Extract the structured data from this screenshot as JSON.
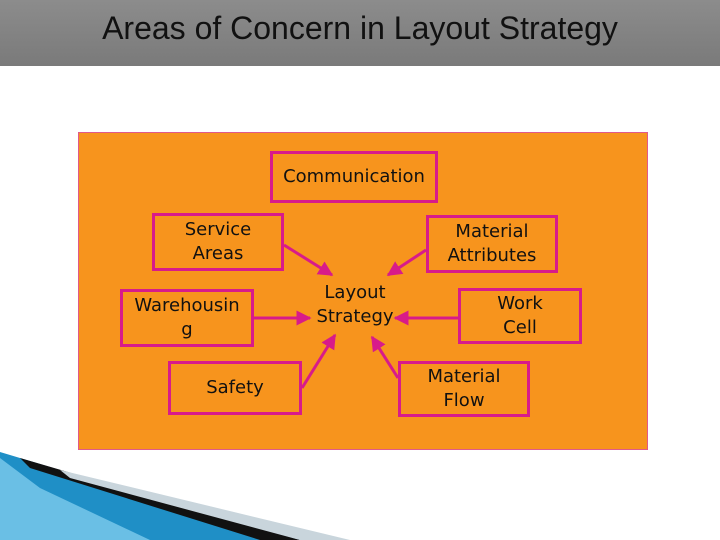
{
  "slide": {
    "title": "Areas of Concern in Layout Strategy"
  },
  "diagram": {
    "center": "Layout\nStrategy",
    "nodes": {
      "communication": "Communication",
      "service_areas": "Service\nAreas",
      "material_attributes": "Material\nAttributes",
      "warehousing": "Warehousin\ng",
      "work_cell": "Work\nCell",
      "safety": "Safety",
      "material_flow": "Material\nFlow"
    },
    "colors": {
      "background": "#f7941d",
      "border": "#d81b8a",
      "title_bar": "#808080",
      "decor_blue": "#1f8fc6"
    }
  }
}
